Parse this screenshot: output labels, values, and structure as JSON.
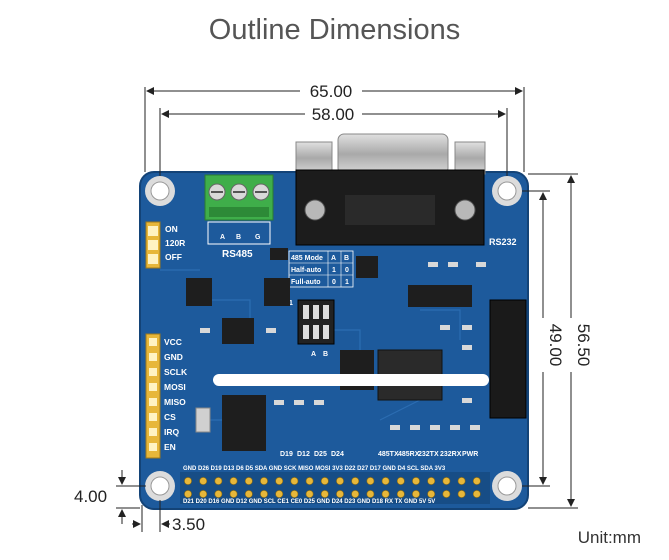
{
  "title": "Outline Dimensions",
  "unit_label": "Unit:mm",
  "dimensions": {
    "overall_width": "65.00",
    "hole_spacing_width": "58.00",
    "overall_height": "56.50",
    "hole_spacing_height": "49.00",
    "hole_offset_y": "4.00",
    "hole_offset_x": "3.50"
  },
  "board": {
    "rs485_label": "RS485",
    "rs232_label": "RS232",
    "terminal_labels": [
      "A",
      "B",
      "G"
    ],
    "jumper_labels": [
      "ON",
      "120R",
      "OFF"
    ],
    "mode_table": {
      "header": [
        "485 Mode",
        "A",
        "B"
      ],
      "rows": [
        [
          "Half-auto",
          "1",
          "0"
        ],
        [
          "Full-auto",
          "0",
          "1"
        ]
      ]
    },
    "left_pins": [
      "VCC",
      "GND",
      "SCLK",
      "MOSI",
      "MISO",
      "CS",
      "IRQ",
      "EN"
    ],
    "bottom_pin_row1": "GND D26 D19 D13 D6 D5 SDA GND SCK MISO MOSI 3V3 D22 D27 D17 GND D4 SCL SDA 3V3",
    "bottom_pin_row2": "D21 D20 D16 GND D12 GND SCL CE1 CE0 D25 GND D24 D23 GND D18 RX TX GND 5V 5V",
    "status_labels": [
      "485TX",
      "485RX",
      "232TX",
      "232RX",
      "PWR"
    ],
    "d_labels": [
      "D19",
      "D12",
      "D25",
      "D24"
    ],
    "switch_labels": [
      "A",
      "B"
    ],
    "switch_number": "1"
  },
  "colors": {
    "pcb": "#1d5a9c",
    "pcb_edge": "#134377",
    "terminal": "#3fae4a",
    "gold": "#e7b73a",
    "connector_metal": "#c8c8c8",
    "chip": "#1e1e1e"
  }
}
